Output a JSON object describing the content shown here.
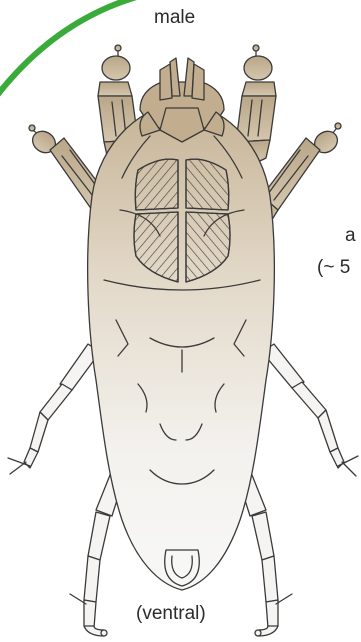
{
  "figure": {
    "title": "male",
    "view": "(ventral)",
    "side_text_line1": "a",
    "side_text_line2": "(~ 5"
  },
  "colors": {
    "accent_arc": "#3aab3a",
    "body_top": "#c9b79a",
    "body_bottom": "#f7f6f4",
    "leg_fill": "#c5b295",
    "outline": "#3a3a3a"
  },
  "icons": {
    "organism": "mite-ventral-illustration"
  }
}
